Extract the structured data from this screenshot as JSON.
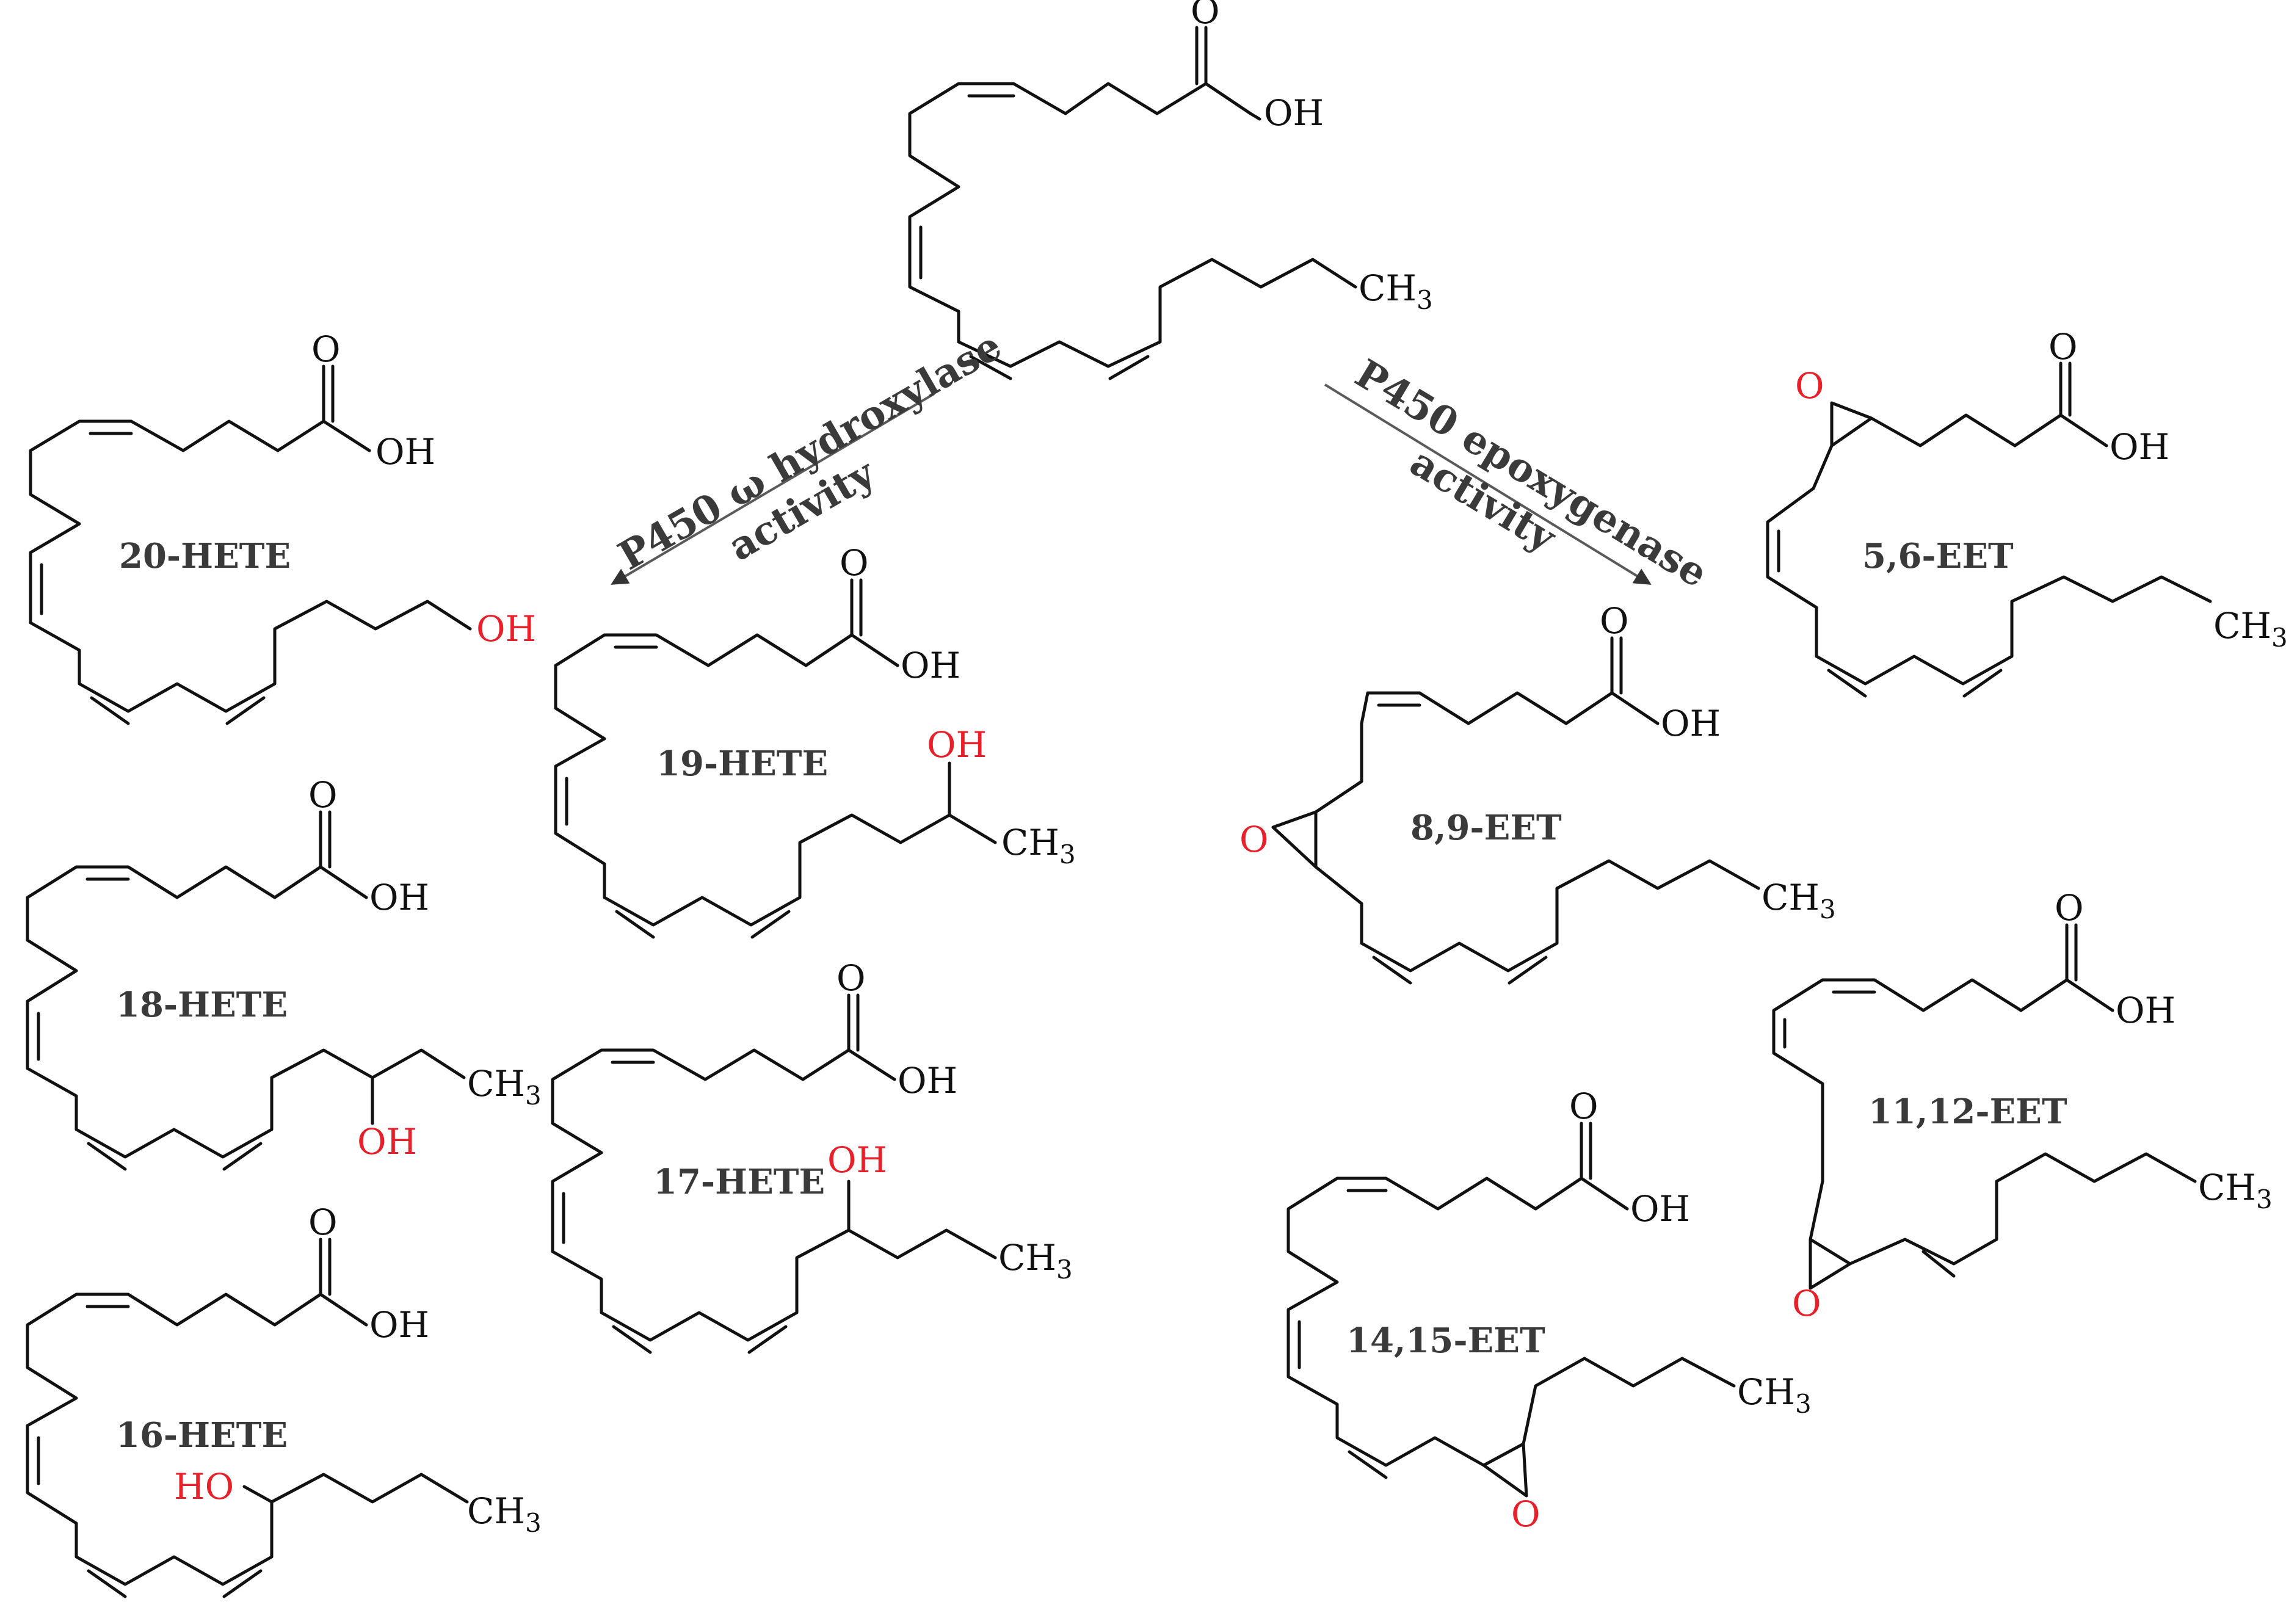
{
  "colors": {
    "bond": "#111111",
    "heteroatom_highlight": "#e8202a",
    "label": "#3a3a3a",
    "arrow": "#5a5a5a"
  },
  "atoms": {
    "oxygen": "O",
    "hydroxyl": "OH",
    "hydroxyl_rev": "HO",
    "methyl": "CH",
    "methyl_sub": "3"
  },
  "pathways": {
    "hydroxylase": {
      "line1": "P450 ω hydroxylase",
      "line2": "activity"
    },
    "epoxygenase": {
      "line1": "P450 epoxygenase",
      "line2": "activity"
    }
  },
  "molecules": {
    "hete20": "20-HETE",
    "hete19": "19-HETE",
    "hete18": "18-HETE",
    "hete17": "17-HETE",
    "hete16": "16-HETE",
    "eet56": "5,6-EET",
    "eet89": "8,9-EET",
    "eet1112": "11,12-EET",
    "eet1415": "14,15-EET"
  }
}
